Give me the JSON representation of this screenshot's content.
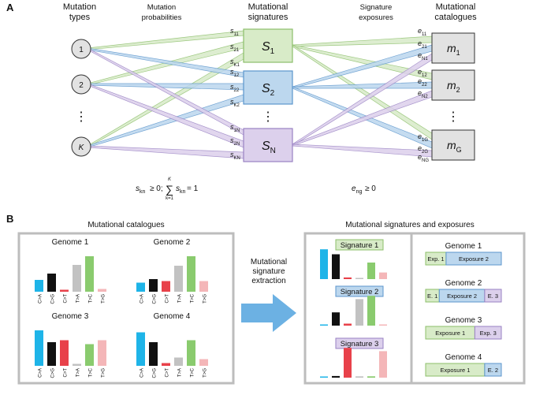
{
  "panel_a": {
    "label": "A",
    "headers": {
      "types": [
        "Mutation",
        "types"
      ],
      "probs": [
        "Mutation",
        "probabilities"
      ],
      "sigs": [
        "Mutational",
        "signatures"
      ],
      "exps": [
        "Signature",
        "exposures"
      ],
      "cats": [
        "Mutational",
        "catalogues"
      ]
    },
    "type_nodes": [
      "1",
      "2",
      "K"
    ],
    "vdots": "⋮",
    "signatures": [
      {
        "sym": "S",
        "sub": "1",
        "fill": "#d8ebc8",
        "stroke": "#8cbf6a"
      },
      {
        "sym": "S",
        "sub": "2",
        "fill": "#bcd7ee",
        "stroke": "#5b95cc"
      },
      {
        "sym": "S",
        "sub": "N",
        "fill": "#dcd0ec",
        "stroke": "#9982c3"
      }
    ],
    "catalogues": [
      {
        "sym": "m",
        "sub": "1"
      },
      {
        "sym": "m",
        "sub": "2"
      },
      {
        "sym": "m",
        "sub": "G"
      }
    ],
    "s_labels": [
      [
        "s",
        "11"
      ],
      [
        "s",
        "21"
      ],
      [
        "s",
        "K1"
      ],
      [
        "s",
        "12"
      ],
      [
        "s",
        "22"
      ],
      [
        "s",
        "K2"
      ],
      [
        "s",
        "1N"
      ],
      [
        "s",
        "2N"
      ],
      [
        "s",
        "KN"
      ]
    ],
    "e_labels": [
      [
        "e",
        "11"
      ],
      [
        "e",
        "21"
      ],
      [
        "e",
        "N1"
      ],
      [
        "e",
        "12"
      ],
      [
        "e",
        "22"
      ],
      [
        "e",
        "N2"
      ],
      [
        "e",
        "1G"
      ],
      [
        "e",
        "2G"
      ],
      [
        "e",
        "NG"
      ]
    ],
    "constraint_s": {
      "a": "s",
      "a_sub": "kn",
      "b": " ≥ 0; ",
      "sum_top": "K",
      "sum": "∑",
      "sum_bot": "k=1",
      "c": "s",
      "c_sub": "kn",
      "d": " = 1"
    },
    "constraint_e": {
      "a": "e",
      "a_sub": "ng",
      "b": " ≥ 0"
    }
  },
  "panel_b": {
    "label": "B",
    "catalogues_title": "Mutational catalogues",
    "sig_exp_title": "Mutational signatures and exposures",
    "arrow_text": [
      "Mutational",
      "signature",
      "extraction"
    ],
    "mutation_classes": [
      "C>A",
      "C>G",
      "C>T",
      "T>A",
      "T>C",
      "T>G"
    ],
    "class_colors": [
      "#1eb4e8",
      "#111111",
      "#e8414a",
      "#c2c2c2",
      "#8acb6e",
      "#f4b6b8"
    ],
    "genomes": [
      {
        "name": "Genome 1",
        "values": [
          0.3,
          0.46,
          0.05,
          0.68,
          0.9,
          0.07
        ]
      },
      {
        "name": "Genome 2",
        "values": [
          0.23,
          0.32,
          0.27,
          0.66,
          0.9,
          0.27
        ]
      },
      {
        "name": "Genome 3",
        "values": [
          0.9,
          0.6,
          0.65,
          0.05,
          0.55,
          0.65
        ]
      },
      {
        "name": "Genome 4",
        "values": [
          0.85,
          0.6,
          0.07,
          0.21,
          0.65,
          0.17
        ]
      }
    ],
    "signatures": [
      {
        "name": "Signature 1",
        "fill": "#d8ebc8",
        "stroke": "#8cbf6a",
        "values": [
          0.9,
          0.75,
          0.05,
          0.03,
          0.5,
          0.2
        ]
      },
      {
        "name": "Signature 2",
        "fill": "#bcd7ee",
        "stroke": "#5b95cc",
        "values": [
          0.03,
          0.4,
          0.06,
          0.8,
          0.9,
          0.03
        ]
      },
      {
        "name": "Signature 3",
        "fill": "#dcd0ec",
        "stroke": "#9982c3",
        "values": [
          0.03,
          0.05,
          0.9,
          0.04,
          0.04,
          0.8
        ]
      }
    ],
    "exposures": [
      {
        "genome": "Genome 1",
        "segments": [
          {
            "label": "Exp. 1",
            "share": 0.27,
            "sig": 0
          },
          {
            "label": "Exposure 2",
            "share": 0.73,
            "sig": 1
          }
        ]
      },
      {
        "genome": "Genome 2",
        "segments": [
          {
            "label": "E. 1",
            "share": 0.18,
            "sig": 0
          },
          {
            "label": "Exposure 2",
            "share": 0.6,
            "sig": 1
          },
          {
            "label": "E. 3",
            "share": 0.22,
            "sig": 2
          }
        ]
      },
      {
        "genome": "Genome 3",
        "segments": [
          {
            "label": "Exposure 1",
            "share": 0.65,
            "sig": 0
          },
          {
            "label": "Exp. 3",
            "share": 0.35,
            "sig": 2
          }
        ]
      },
      {
        "genome": "Genome 4",
        "segments": [
          {
            "label": "Exposure 1",
            "share": 0.78,
            "sig": 0
          },
          {
            "label": "E. 2",
            "share": 0.22,
            "sig": 1
          }
        ]
      }
    ]
  }
}
